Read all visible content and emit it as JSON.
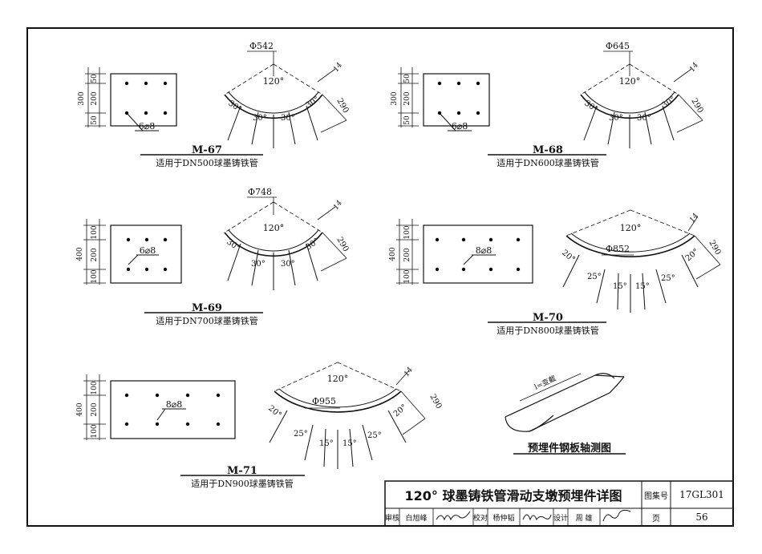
{
  "panels": [
    {
      "code": "M-67",
      "note": "适用于DN500球墨铸铁管",
      "dia": "Φ542",
      "rebar": "6⌀8",
      "dims": [
        "50",
        "200",
        "50",
        "300"
      ],
      "angle_top": "120°",
      "angles": [
        "30°",
        "30°",
        "30°",
        "30°"
      ],
      "t": "14",
      "len": "290"
    },
    {
      "code": "M-68",
      "note": "适用于DN600球墨铸铁管",
      "dia": "Φ645",
      "rebar": "6⌀8",
      "dims": [
        "50",
        "200",
        "50",
        "300"
      ],
      "angle_top": "120°",
      "angles": [
        "30°",
        "30°",
        "30°",
        "30°"
      ],
      "t": "14",
      "len": "290"
    },
    {
      "code": "M-69",
      "note": "适用于DN700球墨铸铁管",
      "dia": "Φ748",
      "rebar": "6⌀8",
      "dims": [
        "100",
        "200",
        "100",
        "400"
      ],
      "angle_top": "120°",
      "angles": [
        "30°",
        "30°",
        "30°",
        "30°"
      ],
      "t": "14",
      "len": "290"
    },
    {
      "code": "M-70",
      "note": "适用于DN800球墨铸铁管",
      "dia": "Φ852",
      "rebar": "8⌀8",
      "dims": [
        "100",
        "200",
        "100",
        "400"
      ],
      "angle_top": "120°",
      "angles": [
        "20°",
        "25°",
        "15°",
        "15°",
        "25°",
        "20°"
      ],
      "t": "14",
      "len": "290"
    },
    {
      "code": "M-71",
      "note": "适用于DN900球墨铸铁管",
      "dia": "Φ955",
      "rebar": "8⌀8",
      "dims": [
        "100",
        "200",
        "100",
        "400"
      ],
      "angle_top": "120°",
      "angles": [
        "20°",
        "25°",
        "15°",
        "15°",
        "25°",
        "20°"
      ],
      "t": "14",
      "len": "290"
    }
  ],
  "iso": {
    "title": "预埋件钢板轴测图",
    "label": "l=变截"
  },
  "titleblock": {
    "title": "120° 球墨铸铁管滑动支墩预埋件详图",
    "atlas_label": "图集号",
    "atlas_no": "17GL301",
    "page_label": "页",
    "page_no": "56",
    "review_label": "审核",
    "reviewer": "白旭峰",
    "check_label": "校对",
    "checker": "杨仲韬",
    "design_label": "设计",
    "designer": "周 雄"
  }
}
